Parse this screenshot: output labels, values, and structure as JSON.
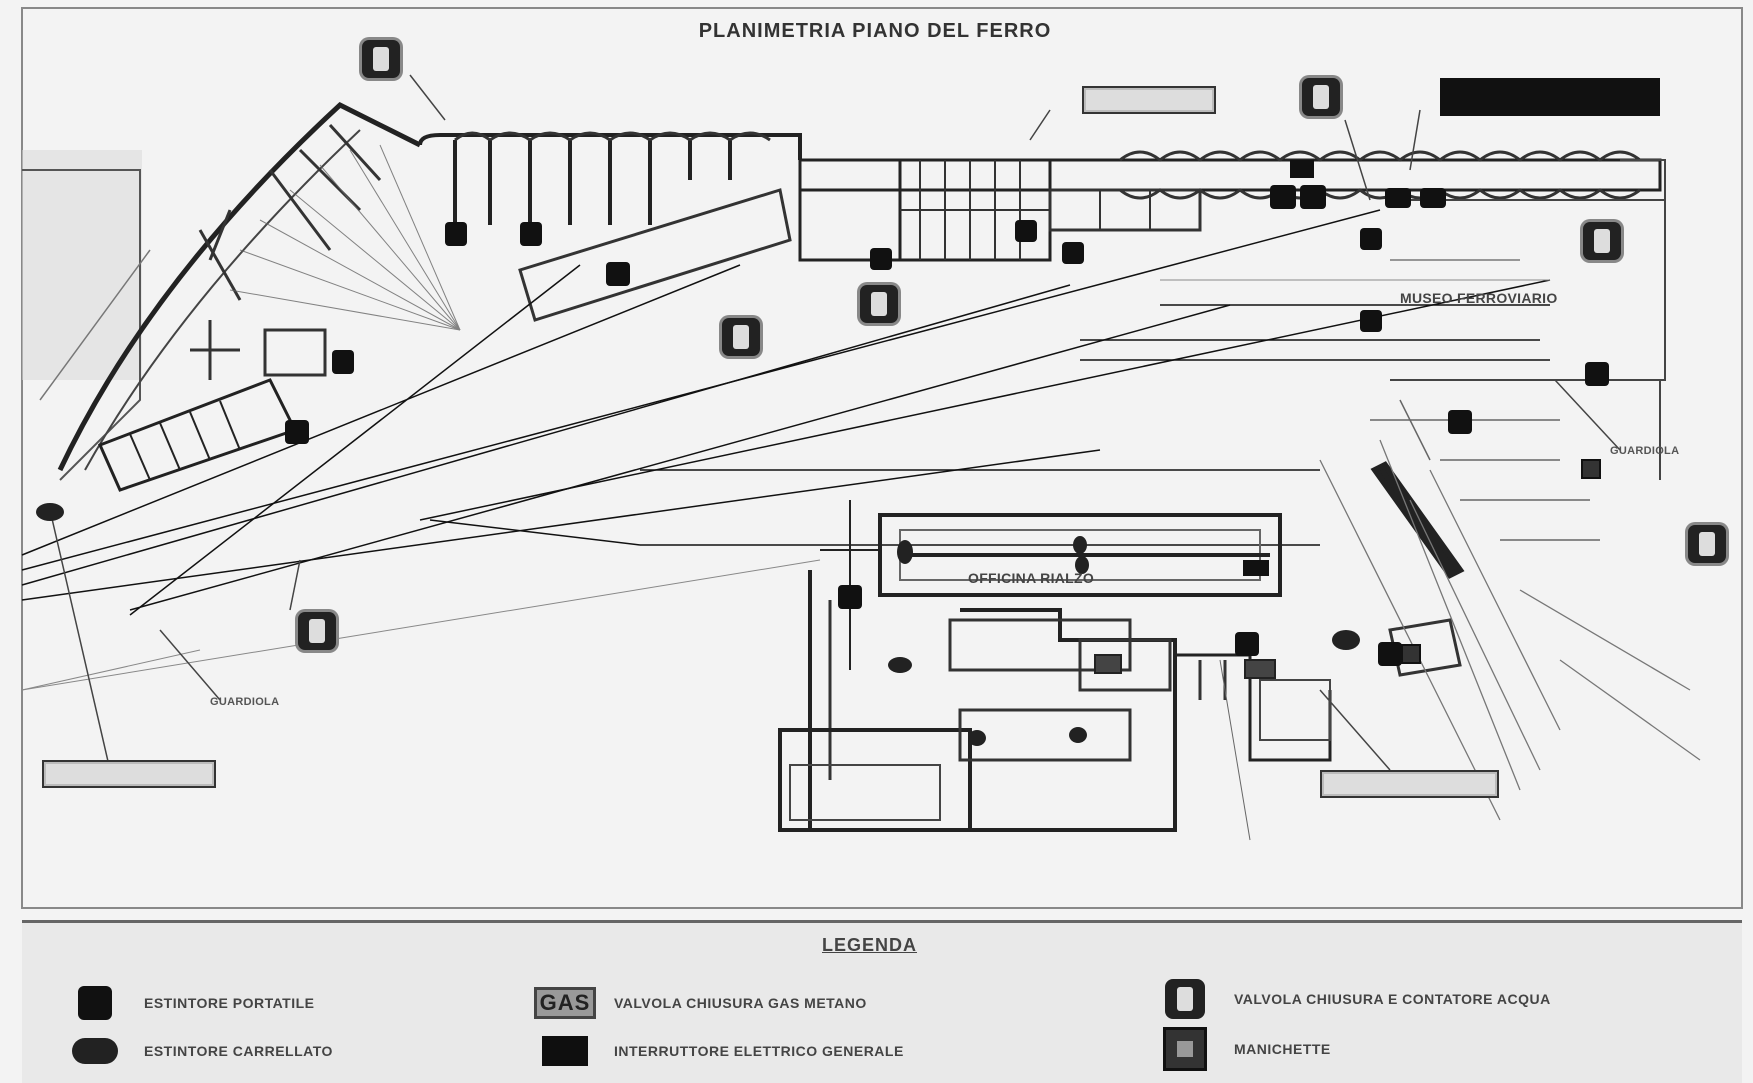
{
  "title": "PLANIMETRIA PIANO DEL FERRO",
  "labels": {
    "museo": "MUSEO FERROVIARIO",
    "officina": "OFFICINA RIALZO",
    "guardiola_right": "GUARDIOLA",
    "guardiola_left": "GUARDIOLA"
  },
  "legend": {
    "title": "LEGENDA",
    "items": [
      {
        "symbol": "extinguisher-portable",
        "text": "ESTINTORE PORTATILE"
      },
      {
        "symbol": "extinguisher-wheeled",
        "text": "ESTINTORE CARRELLATO"
      },
      {
        "symbol": "gas-valve",
        "text": "VALVOLA CHIUSURA GAS METANO",
        "code": "GAS"
      },
      {
        "symbol": "main-switch",
        "text": "INTERRUTTORE ELETTRICO GENERALE"
      },
      {
        "symbol": "water-valve",
        "text": "VALVOLA CHIUSURA E CONTATORE ACQUA"
      },
      {
        "symbol": "hydrant",
        "text": "MANICHETTE"
      }
    ]
  },
  "colors": {
    "ink": "#222222",
    "paper": "#f3f3f3",
    "legend_bg": "#e9e9e9"
  }
}
